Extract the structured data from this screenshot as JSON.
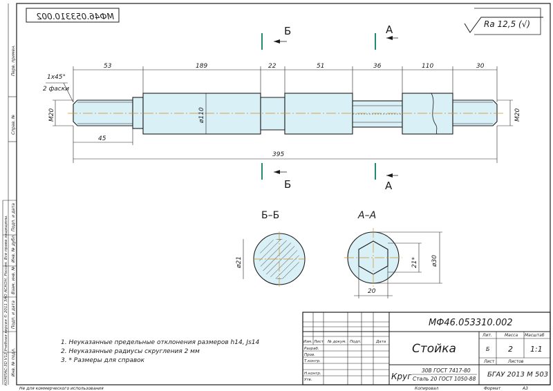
{
  "drawing": {
    "doc_code_mirrored": "МФ46.053310.002",
    "roughness": "Ra 12,5 (√)",
    "section_marks": {
      "b": "Б",
      "a": "А"
    },
    "dims": {
      "top": [
        "53",
        "189",
        "22",
        "51",
        "36",
        "110",
        "30"
      ],
      "chamfer": "1x45°",
      "chamfer_note": "2 фаски",
      "thread_left": "M20",
      "thread_right": "M20",
      "diameter_main": "ø110",
      "length_45": "45",
      "total_length": "395"
    },
    "section_bb": {
      "title": "Б–Б",
      "diameter": "ø21"
    },
    "section_aa": {
      "title": "А–А",
      "across_flats": "21*",
      "diameter": "ø30",
      "width": "20"
    },
    "notes": [
      "1. Неуказанные предельные отклонения размеров h14, Js14",
      "2. Неуказанные радиусы скругления 2 мм",
      "3. * Размеры для справок"
    ],
    "left_strip": [
      "Перв. примен.",
      "Справ. №",
      "КОМПАС-3D V12 Учебная версия © 2011 ЗАО АСКОН, Россия. Все права защищены.",
      "Подп. и дата",
      "Инв. № дубл.",
      "Взам. инв. №",
      "Подп. и дата",
      "Инв. № подл."
    ],
    "bottom_note": "Не для коммерческого использования",
    "title_block": {
      "doc_code": "МФ46.053310.002",
      "part_name": "Стойка",
      "material_prefix": "Круг",
      "material_line1": "30В ГОСТ 7417-80",
      "material_line2": "Сталь 20 ГОСТ 1050-88",
      "org": "БГАУ 2013 М 503",
      "lit_label": "Лит.",
      "mass_label": "Масса",
      "scale_label": "Масштаб",
      "mass": "2",
      "scale": "1:1",
      "lit_value": "Б",
      "sheet_label": "Лист",
      "sheets_label": "Листов",
      "cols": [
        "Изм.",
        "Лист",
        "№ докум.",
        "Подп.",
        "Дата"
      ],
      "rows": [
        "Разраб.",
        "Пров.",
        "Т.контр.",
        "",
        "Н.контр.",
        "Утв."
      ],
      "copied": "Копировал",
      "format_label": "Формат",
      "format": "A3"
    }
  }
}
